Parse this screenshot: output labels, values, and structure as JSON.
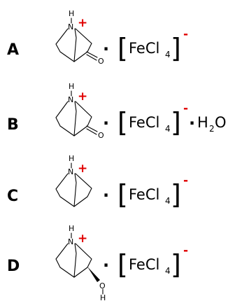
{
  "compounds": [
    {
      "label": "A",
      "cation": {
        "atoms": {
          "h": "H",
          "n": "N",
          "charge": "+",
          "o": "O"
        }
      },
      "anion": {
        "open": "[",
        "formula": "FeCl",
        "sub": "4",
        "close": "]",
        "charge": "-"
      },
      "extra": null
    },
    {
      "label": "B",
      "cation": {
        "atoms": {
          "h": "H",
          "n": "N",
          "charge": "+",
          "o": "O"
        }
      },
      "anion": {
        "open": "[",
        "formula": "FeCl",
        "sub": "4",
        "close": "]",
        "charge": "-"
      },
      "extra": {
        "dot": "·",
        "formula": "H",
        "sub": "2",
        "tail": "O"
      }
    },
    {
      "label": "C",
      "cation": {
        "atoms": {
          "h": "H",
          "n": "N",
          "charge": "+"
        }
      },
      "anion": {
        "open": "[",
        "formula": "FeCl",
        "sub": "4",
        "close": "]",
        "charge": "-"
      },
      "extra": null
    },
    {
      "label": "D",
      "cation": {
        "atoms": {
          "h": "H",
          "n": "N",
          "charge": "+",
          "o": "O",
          "oh_h": "H"
        }
      },
      "anion": {
        "open": "[",
        "formula": "FeCl",
        "sub": "4",
        "close": "]",
        "charge": "-"
      },
      "extra": null
    }
  ],
  "separator": "·"
}
